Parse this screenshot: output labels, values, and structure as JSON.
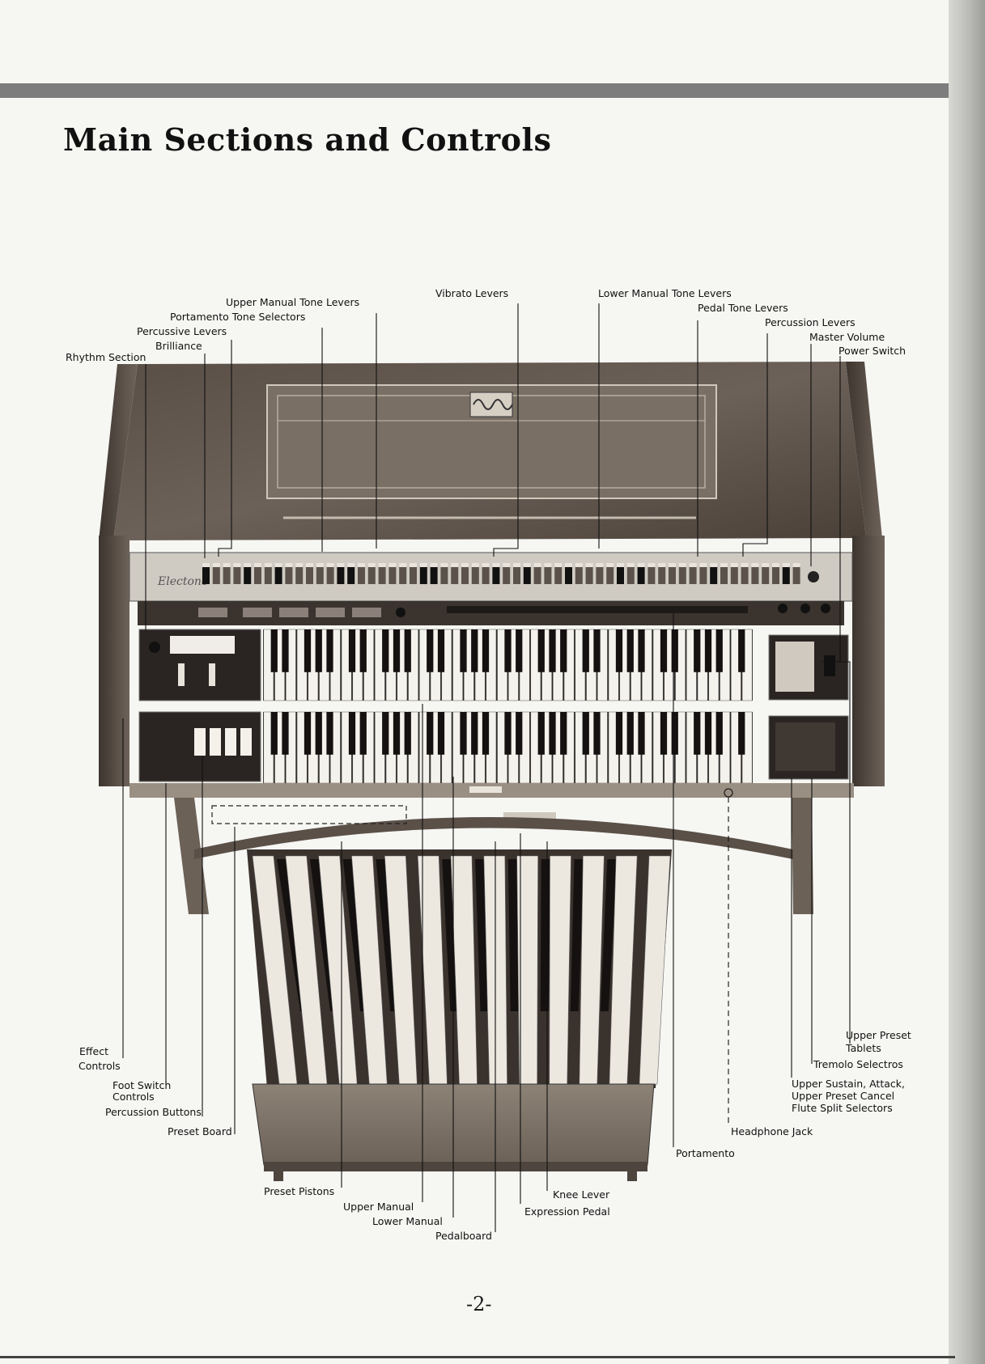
{
  "title": "Main Sections and Controls",
  "page_number": "-2-",
  "nameplate": "Electone",
  "labels": {
    "upper_manual_tone_levers": "Upper Manual Tone Levers",
    "portamento_tone_selectors": "Portamento Tone Selectors",
    "percussive_levers": "Percussive Levers",
    "brilliance": "Brilliance",
    "rhythm_section": "Rhythm Section",
    "vibrato_levers": "Vibrato Levers",
    "lower_manual_tone_levers": "Lower Manual Tone Levers",
    "pedal_tone_levers": "Pedal Tone Levers",
    "percussion_levers": "Percussion Levers",
    "master_volume": "Master Volume",
    "power_switch": "Power Switch",
    "effect_controls_1": "Effect",
    "effect_controls_2": "Controls",
    "foot_switch_controls_1": "Foot Switch",
    "foot_switch_controls_2": "Controls",
    "percussion_buttons": "Percussion Buttons",
    "preset_board": "Preset Board",
    "preset_pistons": "Preset Pistons",
    "upper_manual": "Upper Manual",
    "lower_manual": "Lower Manual",
    "pedalboard": "Pedalboard",
    "knee_lever": "Knee Lever",
    "expression_pedal": "Expression Pedal",
    "portamento": "Portamento",
    "headphone_jack": "Headphone Jack",
    "upper_preset_tablets_1": "Upper Preset",
    "upper_preset_tablets_2": "Tablets",
    "tremolo_selectors": "Tremolo Selectros",
    "upper_sustain_1": "Upper Sustain, Attack,",
    "upper_sustain_2": "Upper Preset Cancel",
    "upper_sustain_3": "Flute Split Selectors"
  }
}
